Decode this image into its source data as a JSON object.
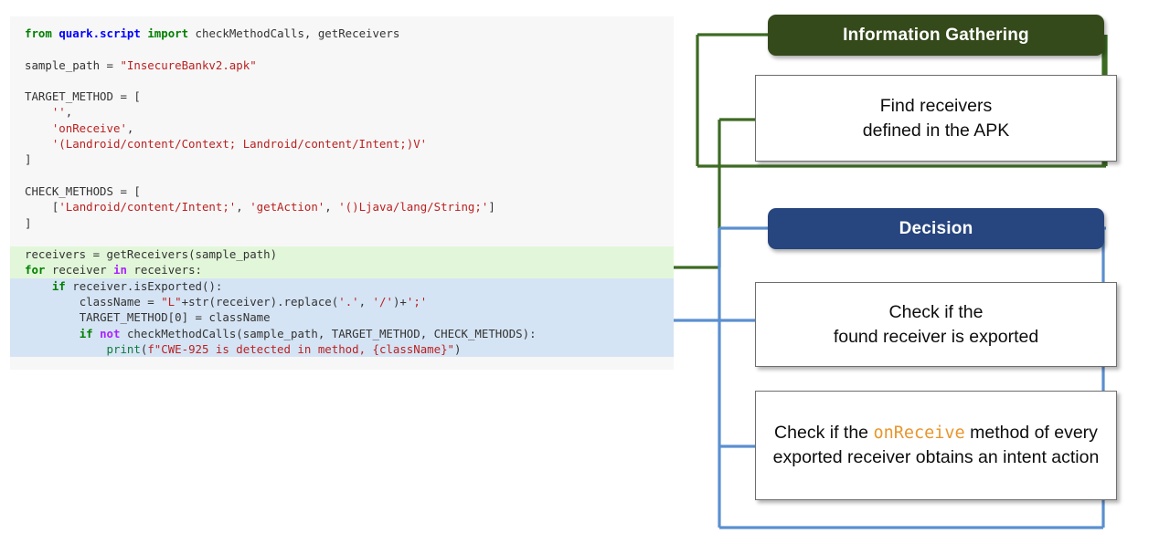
{
  "code_panel": {
    "language": "python",
    "lines": [
      {
        "id": "l1",
        "highlight": "none",
        "text": "from quark.script import checkMethodCalls, getReceivers"
      },
      {
        "id": "l2",
        "highlight": "none",
        "text": ""
      },
      {
        "id": "l3",
        "highlight": "none",
        "text": "sample_path = \"InsecureBankv2.apk\""
      },
      {
        "id": "l4",
        "highlight": "none",
        "text": ""
      },
      {
        "id": "l5",
        "highlight": "none",
        "text": "TARGET_METHOD = ["
      },
      {
        "id": "l6",
        "highlight": "none",
        "text": "    '',"
      },
      {
        "id": "l7",
        "highlight": "none",
        "text": "    'onReceive',"
      },
      {
        "id": "l8",
        "highlight": "none",
        "text": "    '(Landroid/content/Context; Landroid/content/Intent;)V'"
      },
      {
        "id": "l9",
        "highlight": "none",
        "text": "]"
      },
      {
        "id": "l10",
        "highlight": "none",
        "text": ""
      },
      {
        "id": "l11",
        "highlight": "none",
        "text": "CHECK_METHODS = ["
      },
      {
        "id": "l12",
        "highlight": "none",
        "text": "    ['Landroid/content/Intent;', 'getAction', '()Ljava/lang/String;']"
      },
      {
        "id": "l13",
        "highlight": "none",
        "text": "]"
      },
      {
        "id": "l14",
        "highlight": "none",
        "text": ""
      },
      {
        "id": "l15",
        "highlight": "green",
        "text": "receivers = getReceivers(sample_path)"
      },
      {
        "id": "l16",
        "highlight": "green",
        "text": "for receiver in receivers:"
      },
      {
        "id": "l17",
        "highlight": "blue",
        "text": "    if receiver.isExported():"
      },
      {
        "id": "l18",
        "highlight": "blue",
        "text": "        className = \"L\"+str(receiver).replace('.', '/')+';'"
      },
      {
        "id": "l19",
        "highlight": "blue",
        "text": "        TARGET_METHOD[0] = className"
      },
      {
        "id": "l20",
        "highlight": "blue",
        "text": "        if not checkMethodCalls(sample_path, TARGET_METHOD, CHECK_METHODS):"
      },
      {
        "id": "l21",
        "highlight": "blue",
        "text": "            print(f\"CWE-925 is detected in method, {className}\")"
      }
    ]
  },
  "stages": {
    "information_gathering": {
      "title": "Information Gathering",
      "accent_color": "#354a1b",
      "cards": [
        {
          "id": "find-receivers",
          "line1": "Find receivers",
          "line2": "defined in the APK"
        }
      ]
    },
    "decision": {
      "title": "Decision",
      "accent_color": "#27457e",
      "cards": [
        {
          "id": "check-exported",
          "line1": "Check if the",
          "line2": "found receiver is exported"
        },
        {
          "id": "check-onreceive-intent-action",
          "line1_prefix": "Check if the ",
          "line1_code": "onReceive",
          "line1_suffix": " method of every",
          "line2": "exported receiver obtains an intent action"
        }
      ]
    }
  },
  "connectors": {
    "green_color": "#3d6b23",
    "blue_color": "#5b8fd0",
    "green_links": [
      "code-green-highlight -> Information Gathering header",
      "code-green-highlight -> Find receivers card"
    ],
    "blue_links": [
      "code-blue-highlight -> Decision header",
      "code-blue-highlight -> Check if the found receiver is exported card",
      "code-blue-highlight -> Check if the onReceive method card"
    ]
  }
}
